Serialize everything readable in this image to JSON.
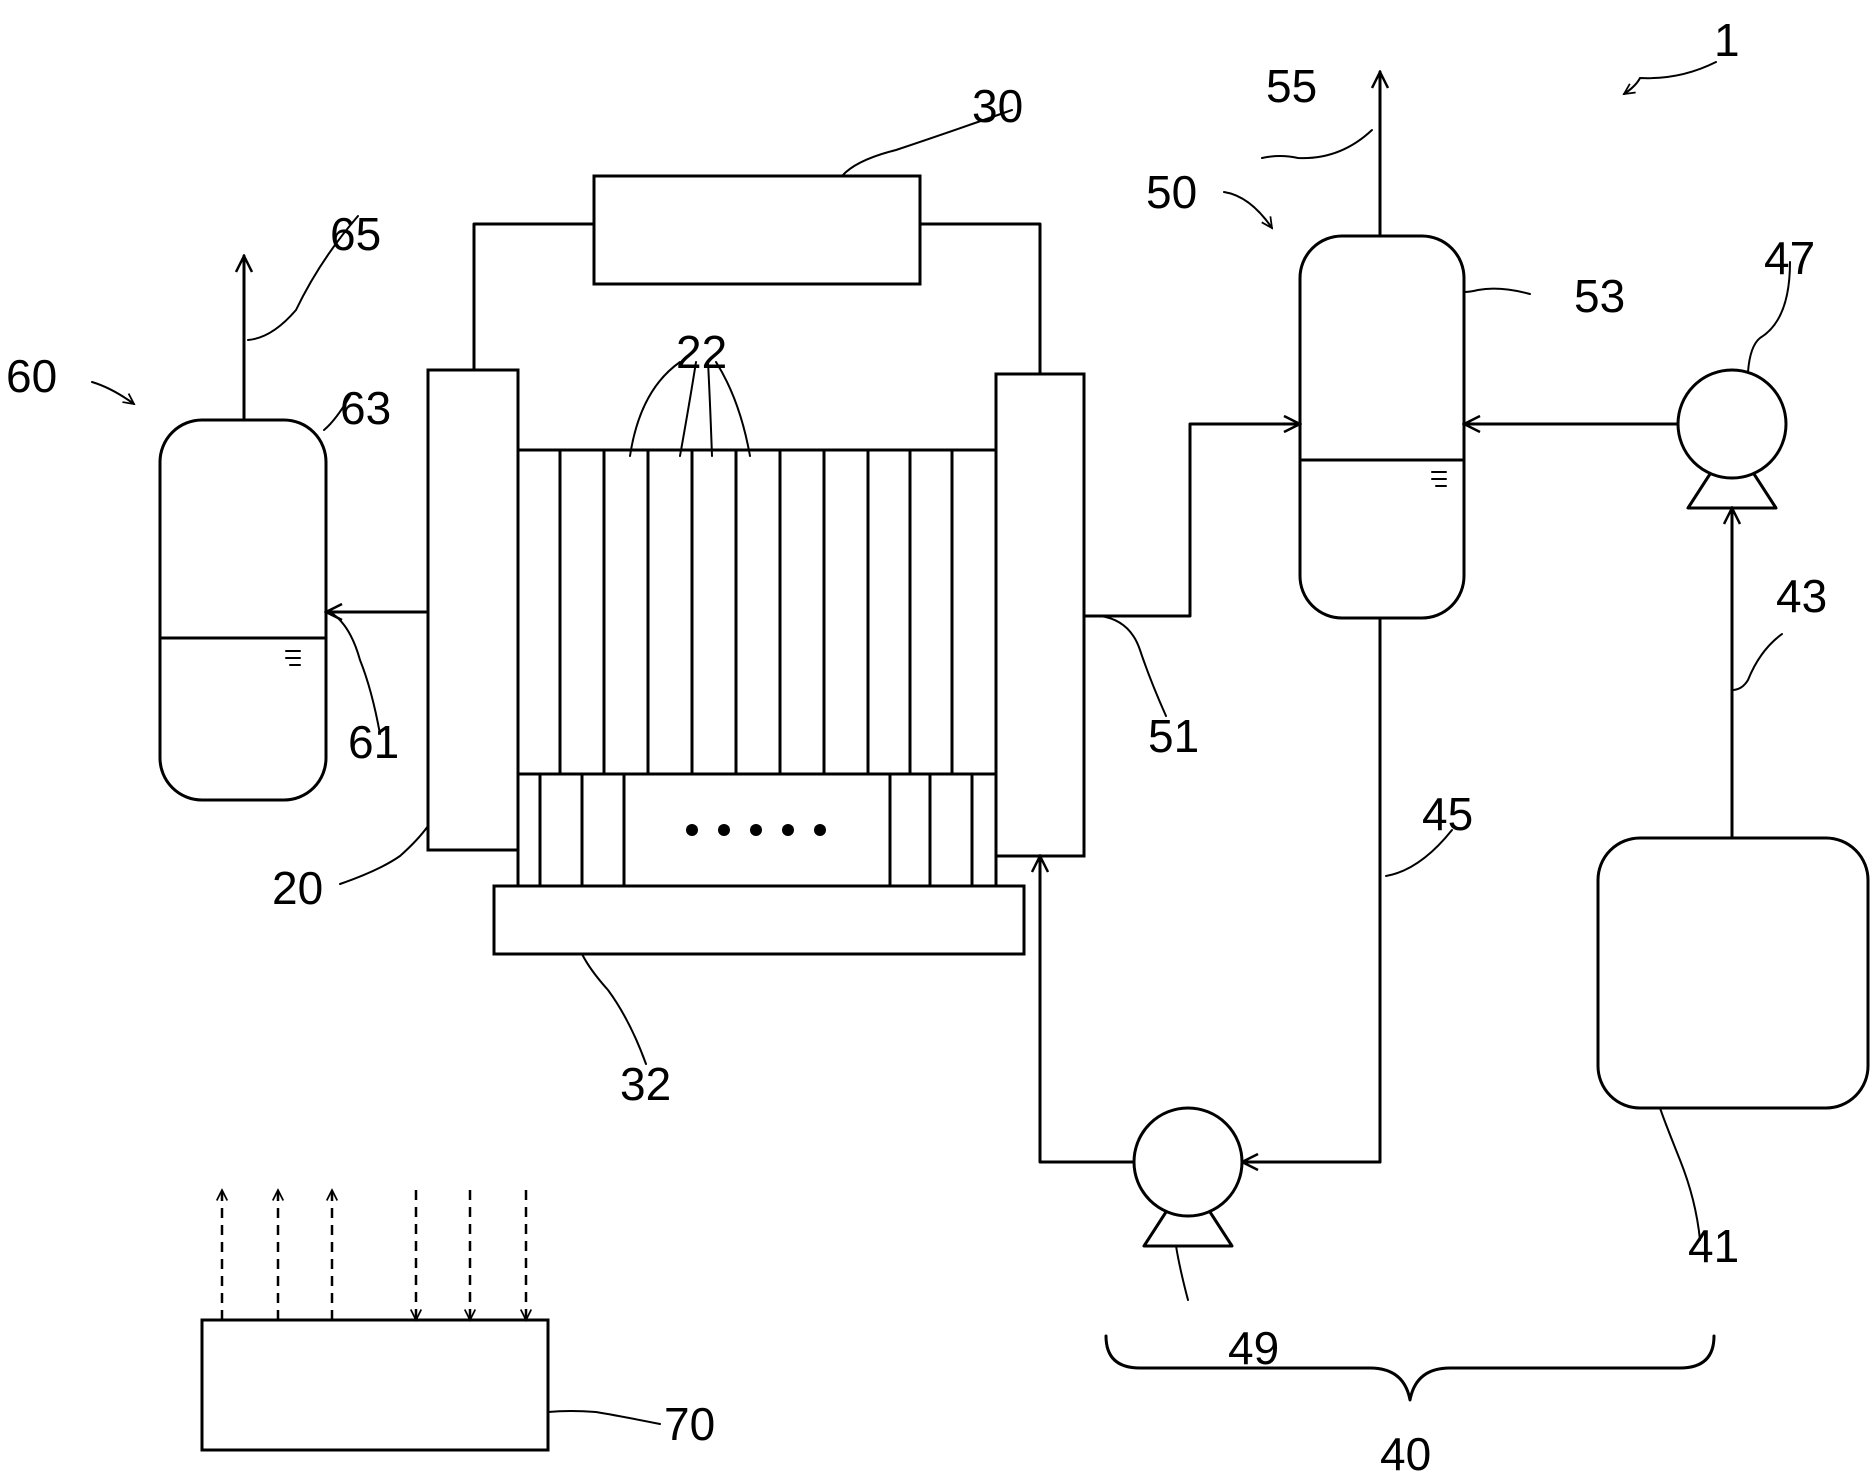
{
  "colors": {
    "line": "#000000",
    "background": "#ffffff"
  },
  "labels": {
    "system": "1",
    "electrolysis_cell": "20",
    "cell_units": "22",
    "power_unit": "30",
    "base_plate": "32",
    "supply_unit": "40",
    "tank": "41",
    "supply_pipe": "43",
    "return_pipe": "45",
    "pump_supply": "47",
    "pump_circulation": "49",
    "separator_unit_right": "50",
    "outlet_pipe_right": "51",
    "separator_tank_right": "53",
    "gas_outlet_right": "55",
    "separator_unit_left": "60",
    "outlet_pipe_left": "61",
    "separator_tank_left": "63",
    "gas_outlet_left": "65",
    "controller": "70"
  }
}
